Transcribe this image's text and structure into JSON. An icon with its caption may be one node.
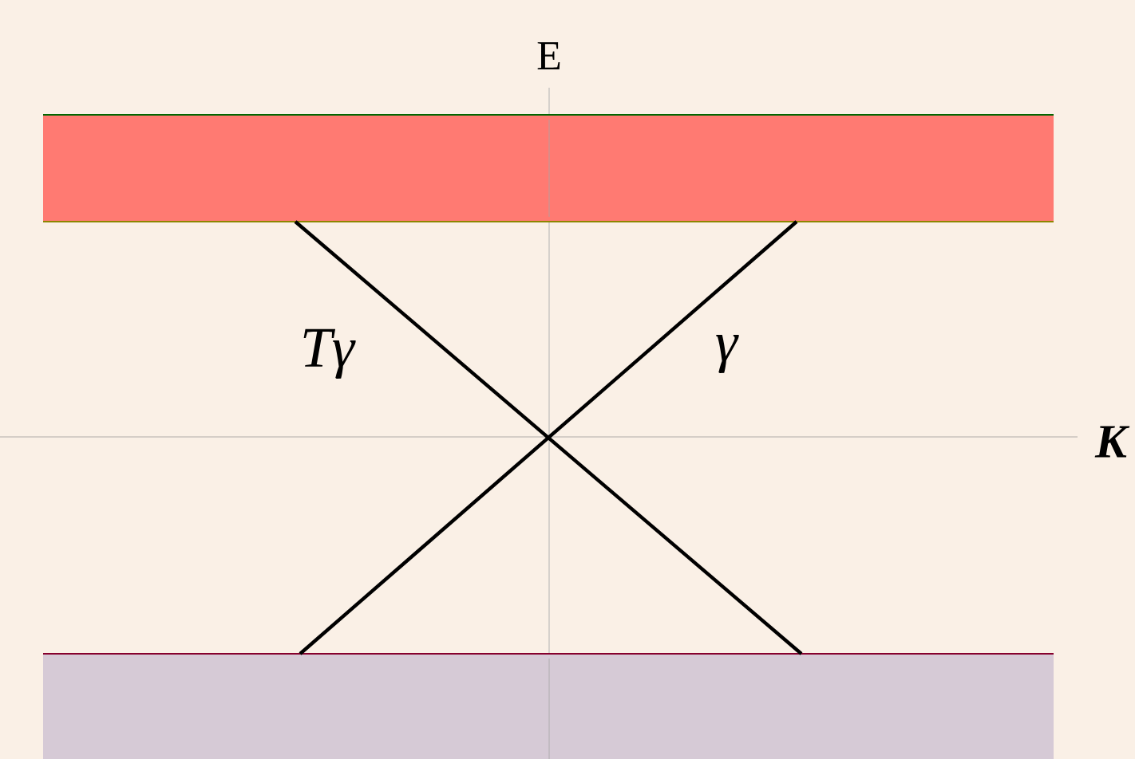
{
  "diagram": {
    "nodes": [
      {
        "text": [],
        "shape": "bar"
      },
      {
        "text": [],
        "shape": "bar"
      }
    ],
    "edges": [
      {
        "from": 0,
        "to": 1,
        "arrow": "none",
        "label": "Tγ"
      },
      {
        "from": 1,
        "to": 0,
        "arrow": "none",
        "label": "γ"
      }
    ],
    "labels": [
      "E",
      "K"
    ]
  }
}
